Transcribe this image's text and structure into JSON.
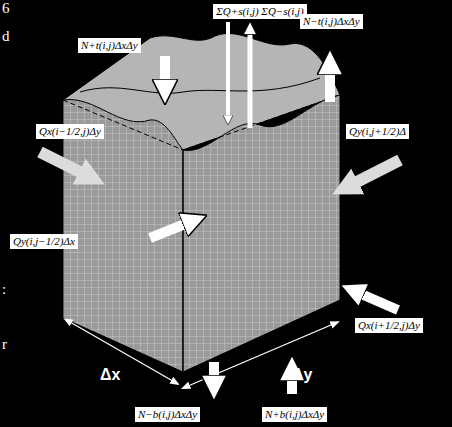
{
  "diagram": {
    "labels": [
      "ΣQ+s(i,j) ΣQ−s(i,j)",
      "N+t(i,j)ΔxΔy",
      "N−t(i,j)ΔxΔy",
      "Qx(i−1/2,j)Δy",
      "Qy(i,j+1/2)Δ",
      "Qy(i,j−1/2)Δx",
      "Qx(i+1/2,j)Δy",
      "Δx",
      "Δy",
      "N−b(i,j)ΔxΔy",
      "N+b(i,j)ΔxΔy",
      "6",
      "d",
      ":",
      "r"
    ]
  }
}
